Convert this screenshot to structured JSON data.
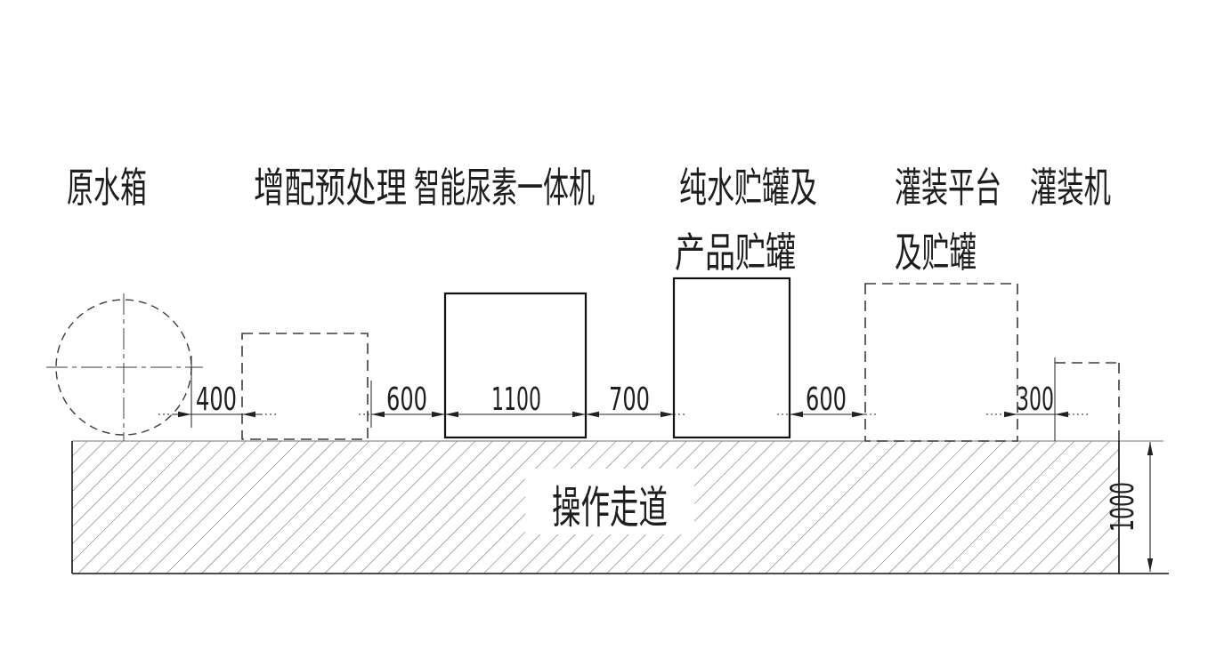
{
  "diagram": {
    "equipment": [
      {
        "name": "raw-water-tank",
        "label": "原水箱",
        "shape": "circle-dashed"
      },
      {
        "name": "pretreatment-unit",
        "label": "增配预处理",
        "shape": "rect-dashed"
      },
      {
        "name": "urea-machine",
        "label": "智能尿素一体机",
        "shape": "rect-solid"
      },
      {
        "name": "pure-water-product-tank",
        "label_line1": "纯水贮罐及",
        "label_line2": "产品贮罐",
        "shape": "rect-solid"
      },
      {
        "name": "filling-platform",
        "label_line1": "灌装平台",
        "label_line2": "及贮罐",
        "shape": "rect-dashed"
      },
      {
        "name": "filling-machine",
        "label": "灌装机",
        "shape": "rect-dashed-small"
      }
    ],
    "walkway": {
      "label": "操作走道"
    },
    "dimensions": {
      "tank_to_pretreatment": "400",
      "pretreatment_to_urea": "600",
      "urea_width": "1100",
      "urea_to_tank": "700",
      "tank_to_platform": "600",
      "platform_to_filler": "300",
      "walkway_depth": "1000"
    },
    "colors": {
      "solid_outline": "#111111",
      "dashed_outline": "#3c3c3c",
      "dimension": "#222222",
      "text": "#1e1e1e",
      "hatch_dark": "#606060",
      "hatch_light": "#a8a8a8",
      "ground": "#909090",
      "background": "#ffffff"
    }
  }
}
